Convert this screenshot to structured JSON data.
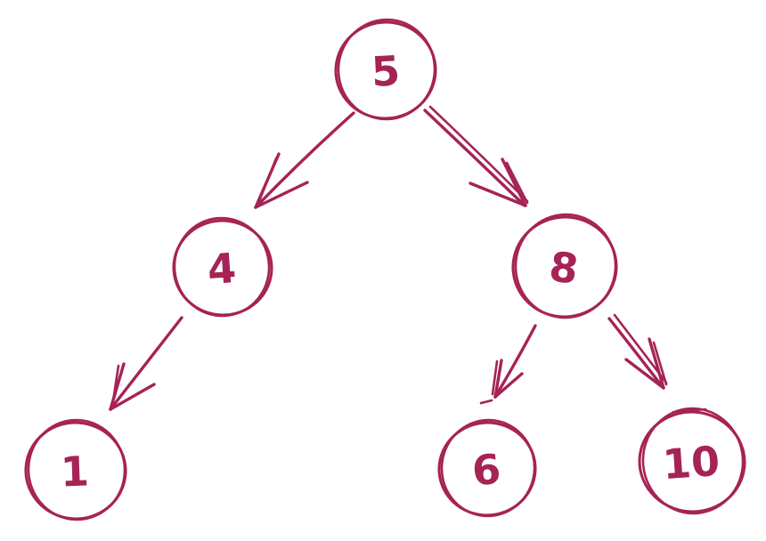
{
  "diagram": {
    "type": "binary-search-tree",
    "ink_color": "#A62355",
    "background_color": "#FFFFFF",
    "style": "hand-drawn-sketch",
    "nodes": [
      {
        "id": "root",
        "value": "5",
        "parent": null,
        "side": "root"
      },
      {
        "id": "left",
        "value": "4",
        "parent": "5",
        "side": "left"
      },
      {
        "id": "right",
        "value": "8",
        "parent": "5",
        "side": "right"
      },
      {
        "id": "left-left",
        "value": "1",
        "parent": "4",
        "side": "left"
      },
      {
        "id": "right-left",
        "value": "6",
        "parent": "8",
        "side": "left"
      },
      {
        "id": "right-right",
        "value": "10",
        "parent": "8",
        "side": "right"
      }
    ],
    "edges": [
      {
        "from": "5",
        "to": "4"
      },
      {
        "from": "5",
        "to": "8"
      },
      {
        "from": "4",
        "to": "1"
      },
      {
        "from": "8",
        "to": "6"
      },
      {
        "from": "8",
        "to": "10"
      }
    ]
  }
}
